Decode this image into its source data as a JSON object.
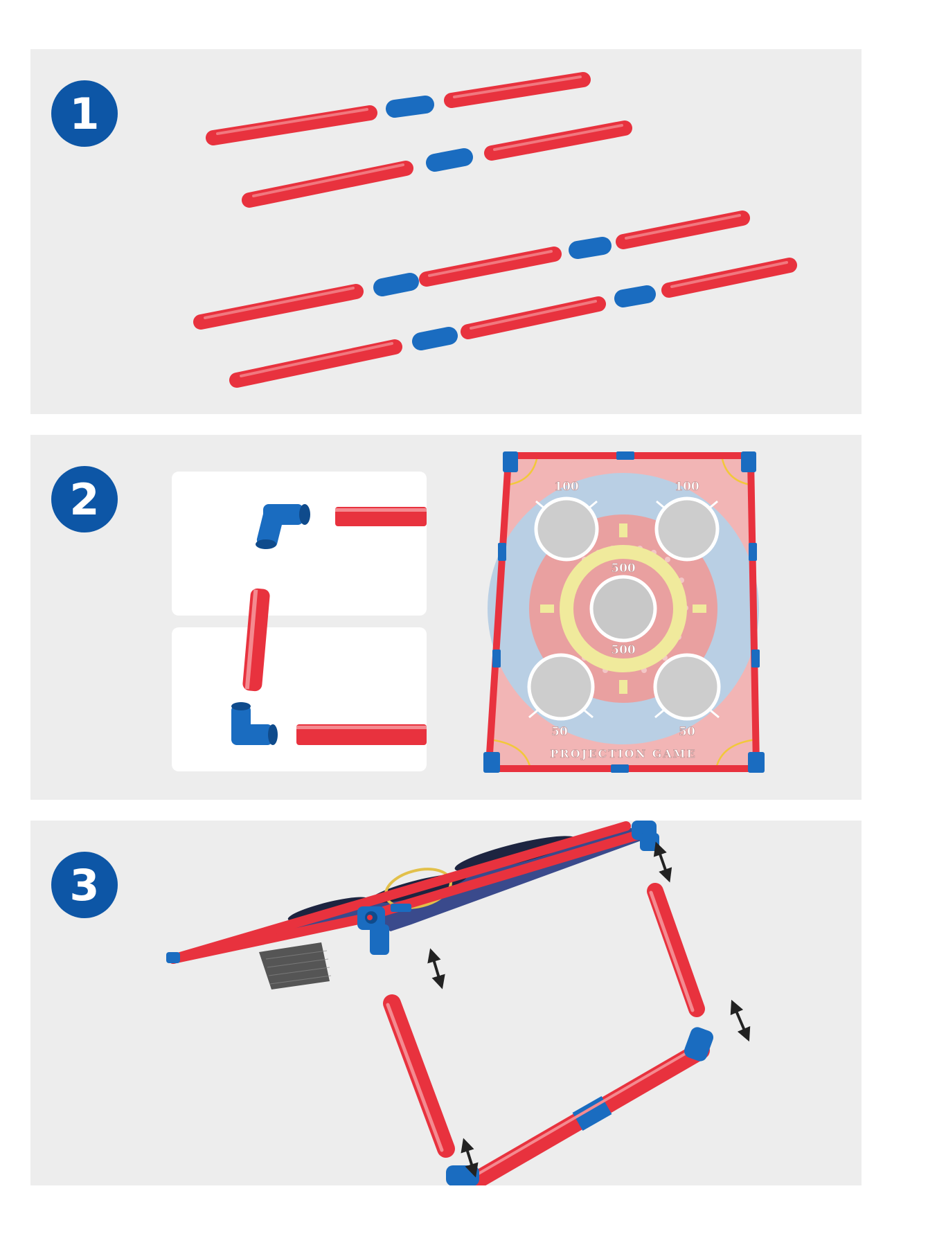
{
  "steps": [
    {
      "number": "1"
    },
    {
      "number": "2"
    },
    {
      "number": "3"
    }
  ],
  "board": {
    "score_top_left": "100",
    "score_top_right": "100",
    "score_center_top": "500",
    "score_center_bottom": "500",
    "score_bottom_left": "50",
    "score_bottom_right": "50",
    "title": "PROJECTION GAME"
  },
  "colors": {
    "pipe_red": "#e8323e",
    "connector_blue": "#1a6cc0",
    "badge_blue": "#0d56a6",
    "panel_gray": "#ededed"
  },
  "icons": [
    "double-arrow-icon"
  ]
}
